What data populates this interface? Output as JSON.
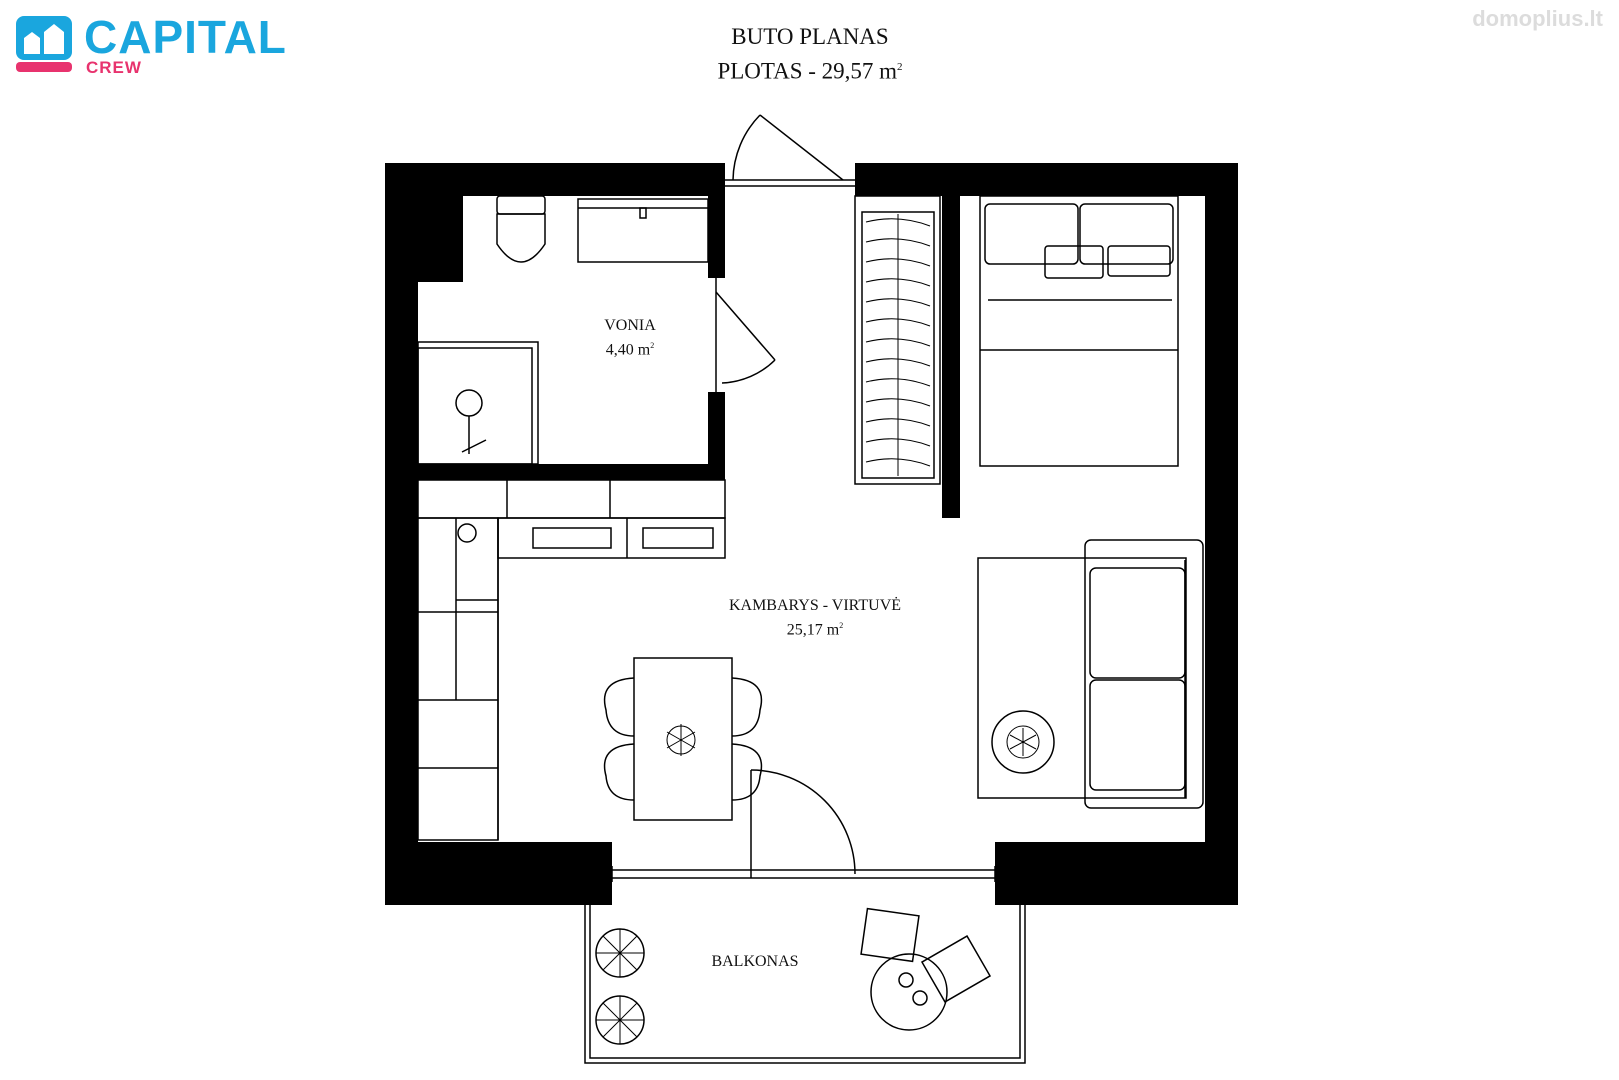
{
  "brand": {
    "name": "CAPITAL",
    "sub": "CREW"
  },
  "watermark": "domoplius.lt",
  "header": {
    "line1": "BUTO PLANAS",
    "line2_prefix": "PLOTAS - 29,57 m",
    "line2_sup": "2"
  },
  "rooms": {
    "bath": {
      "name": "VONIA",
      "area": "4,40 m",
      "sup": "2"
    },
    "living": {
      "name": "KAMBARYS - VIRTUVĖ",
      "area": "25,17 m",
      "sup": "2"
    },
    "balcony": {
      "name": "BALKONAS"
    }
  },
  "colors": {
    "brand_blue": "#1aa6de",
    "brand_pink": "#e8336e",
    "wall": "#000000"
  }
}
